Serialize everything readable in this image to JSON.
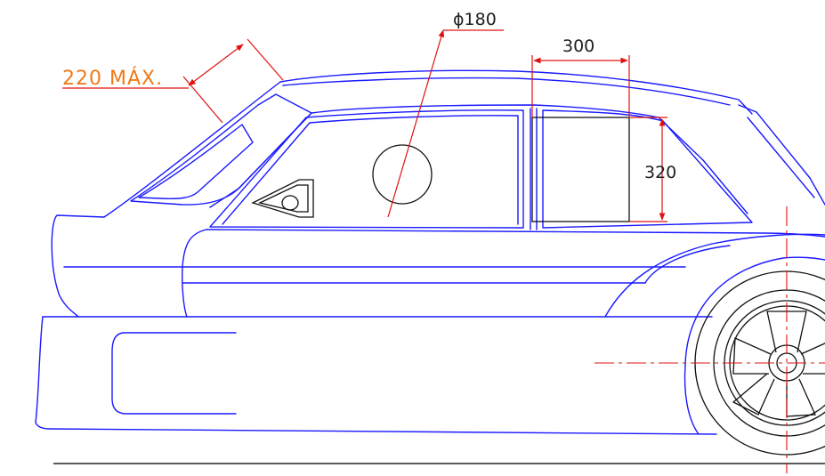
{
  "dimensions": {
    "diameter_label": "ϕ180",
    "width_label": "300",
    "height_label": "320",
    "max_label": "220 MÁX."
  },
  "colors": {
    "body_outline": "#1a1aff",
    "dimension": "#e01010",
    "max_note": "#f07a1a",
    "detail": "#111111"
  }
}
